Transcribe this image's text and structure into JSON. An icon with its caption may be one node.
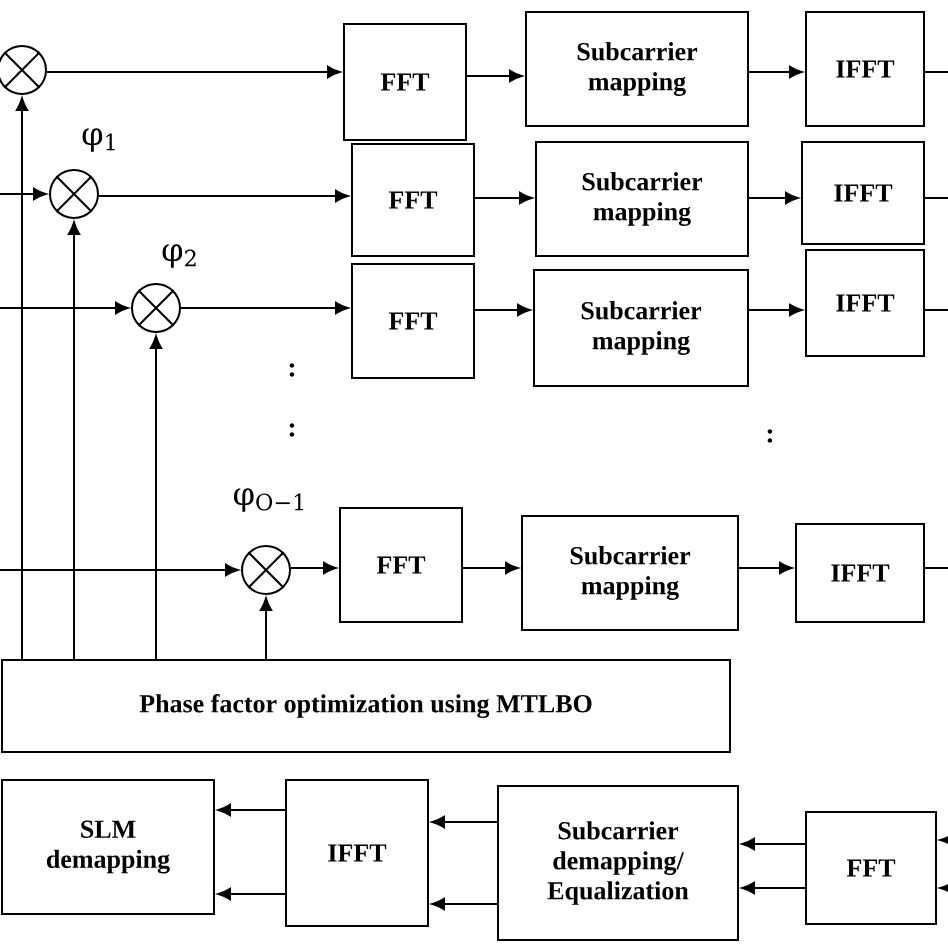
{
  "diagram": {
    "nodes": [
      {
        "text": [],
        "shape": "circle"
      },
      {
        "text": [
          "FFT"
        ]
      },
      {
        "text": [
          "Subcarrier mapping"
        ]
      },
      {
        "text": [
          "IFFT"
        ]
      },
      {
        "text": [],
        "shape": "circle",
        "beside": [
          "φ$_{1}$"
        ]
      },
      {
        "text": [
          "FFT"
        ]
      },
      {
        "text": [
          "Subcarrier mapping"
        ]
      },
      {
        "text": [
          "IFFT"
        ]
      },
      {
        "text": [],
        "shape": "circle",
        "beside": [
          "φ$_{2}$"
        ]
      },
      {
        "text": [
          "FFT"
        ]
      },
      {
        "text": [
          "Subcarrier mapping"
        ]
      },
      {
        "text": [
          "IFFT"
        ]
      },
      {
        "text": [],
        "shape": "circle",
        "beside": [
          "φ$_{O−1}$"
        ]
      },
      {
        "text": [
          "FFT"
        ]
      },
      {
        "text": [
          "Subcarrier mapping"
        ]
      },
      {
        "text": [
          "IFFT"
        ]
      },
      {
        "text": [
          "Phase factor optimization using MTLBO"
        ]
      },
      {
        "text": [
          "SLM demapping"
        ]
      },
      {
        "text": [
          "IFFT"
        ]
      },
      {
        "text": [
          "Subcarrier demapping/ Equalization"
        ]
      },
      {
        "text": [
          "FFT"
        ]
      }
    ],
    "edges": [
      {
        "from": 0,
        "to": 1,
        "arrow": "to"
      },
      {
        "from": 1,
        "to": 2,
        "arrow": "to"
      },
      {
        "from": 2,
        "to": 3,
        "arrow": "to"
      },
      {
        "from": 3,
        "to": null,
        "arrow": "none"
      },
      {
        "from": null,
        "to": 4,
        "arrow": "to"
      },
      {
        "from": 4,
        "to": 5,
        "arrow": "to"
      },
      {
        "from": 5,
        "to": 6,
        "arrow": "to"
      },
      {
        "from": 6,
        "to": 7,
        "arrow": "to"
      },
      {
        "from": 7,
        "to": null,
        "arrow": "none"
      },
      {
        "from": null,
        "to": 8,
        "arrow": "to"
      },
      {
        "from": 8,
        "to": 9,
        "arrow": "to"
      },
      {
        "from": 9,
        "to": 10,
        "arrow": "to"
      },
      {
        "from": 10,
        "to": 11,
        "arrow": "to"
      },
      {
        "from": 11,
        "to": null,
        "arrow": "none"
      },
      {
        "from": null,
        "to": 12,
        "arrow": "to"
      },
      {
        "from": 12,
        "to": 13,
        "arrow": "to"
      },
      {
        "from": 13,
        "to": 14,
        "arrow": "to"
      },
      {
        "from": 14,
        "to": 15,
        "arrow": "to"
      },
      {
        "from": 15,
        "to": null,
        "arrow": "none"
      },
      {
        "from": 16,
        "to": 0,
        "arrow": "to"
      },
      {
        "from": 16,
        "to": 4,
        "arrow": "to"
      },
      {
        "from": 16,
        "to": 8,
        "arrow": "to"
      },
      {
        "from": 16,
        "to": 12,
        "arrow": "to"
      },
      {
        "from": null,
        "to": 20,
        "arrow": "to"
      },
      {
        "from": null,
        "to": 20,
        "arrow": "to"
      },
      {
        "from": 20,
        "to": 19,
        "arrow": "to"
      },
      {
        "from": 20,
        "to": 19,
        "arrow": "to"
      },
      {
        "from": 19,
        "to": 18,
        "arrow": "to"
      },
      {
        "from": 19,
        "to": 18,
        "arrow": "to"
      },
      {
        "from": 18,
        "to": 17,
        "arrow": "to"
      },
      {
        "from": 18,
        "to": 17,
        "arrow": "to"
      }
    ],
    "labels": [
      ":",
      ":",
      ":"
    ]
  }
}
